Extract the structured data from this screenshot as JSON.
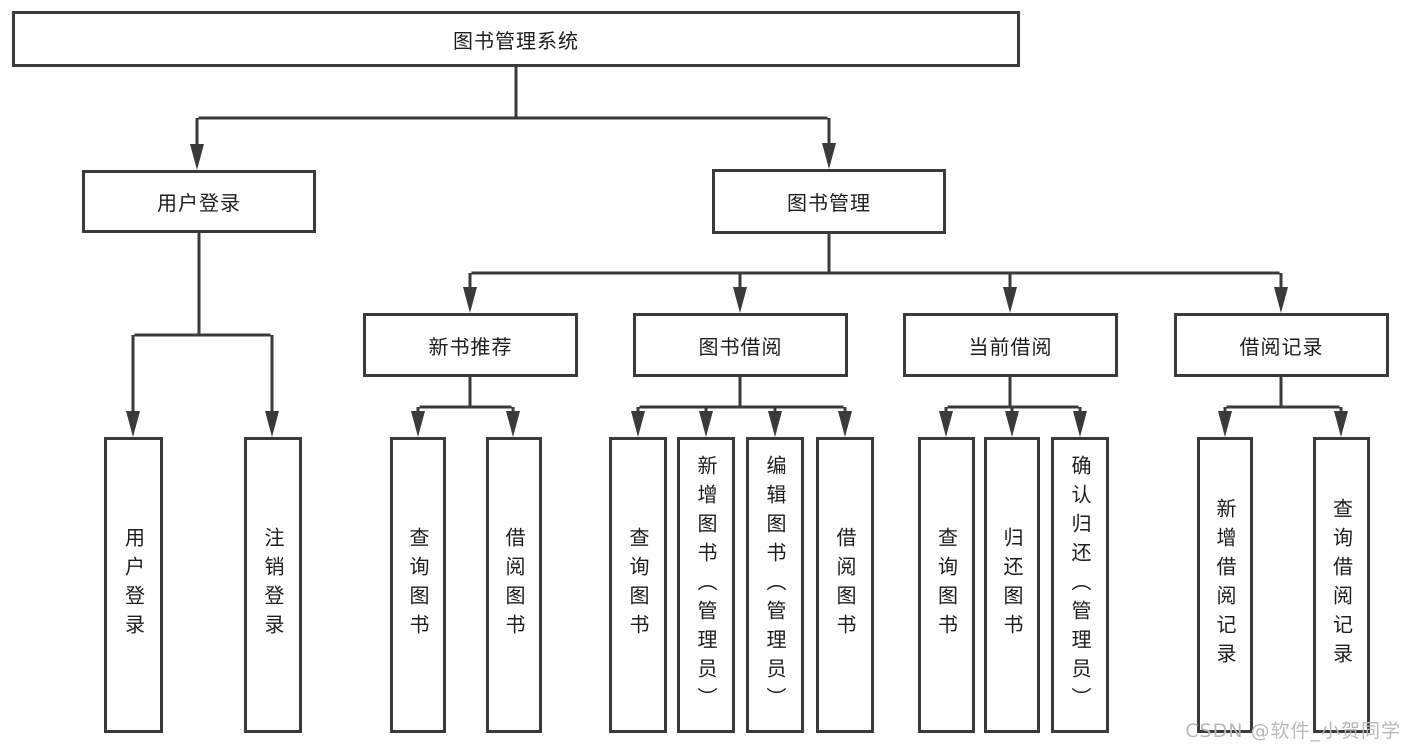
{
  "tree": {
    "label": "图书管理系统",
    "children": [
      {
        "label": "用户登录",
        "children": [
          {
            "label": "用户登录"
          },
          {
            "label": "注销登录"
          }
        ]
      },
      {
        "label": "图书管理",
        "children": [
          {
            "label": "新书推荐",
            "children": [
              {
                "label": "查询图书"
              },
              {
                "label": "借阅图书"
              }
            ]
          },
          {
            "label": "图书借阅",
            "children": [
              {
                "label": "查询图书"
              },
              {
                "label": "新增图书（管理员）"
              },
              {
                "label": "编辑图书（管理员）"
              },
              {
                "label": "借阅图书"
              }
            ]
          },
          {
            "label": "当前借阅",
            "children": [
              {
                "label": "查询图书"
              },
              {
                "label": "归还图书"
              },
              {
                "label": "确认归还（管理员）"
              }
            ]
          },
          {
            "label": "借阅记录",
            "children": [
              {
                "label": "新增借阅记录"
              },
              {
                "label": "查询借阅记录"
              }
            ]
          }
        ]
      }
    ]
  },
  "watermark": {
    "text": "CSDN @软件_小贺同学"
  },
  "colors": {
    "line": "#3a3a3a",
    "text": "#1d1d1d",
    "watermark": "#b9b9b9",
    "background": "#ffffff"
  }
}
